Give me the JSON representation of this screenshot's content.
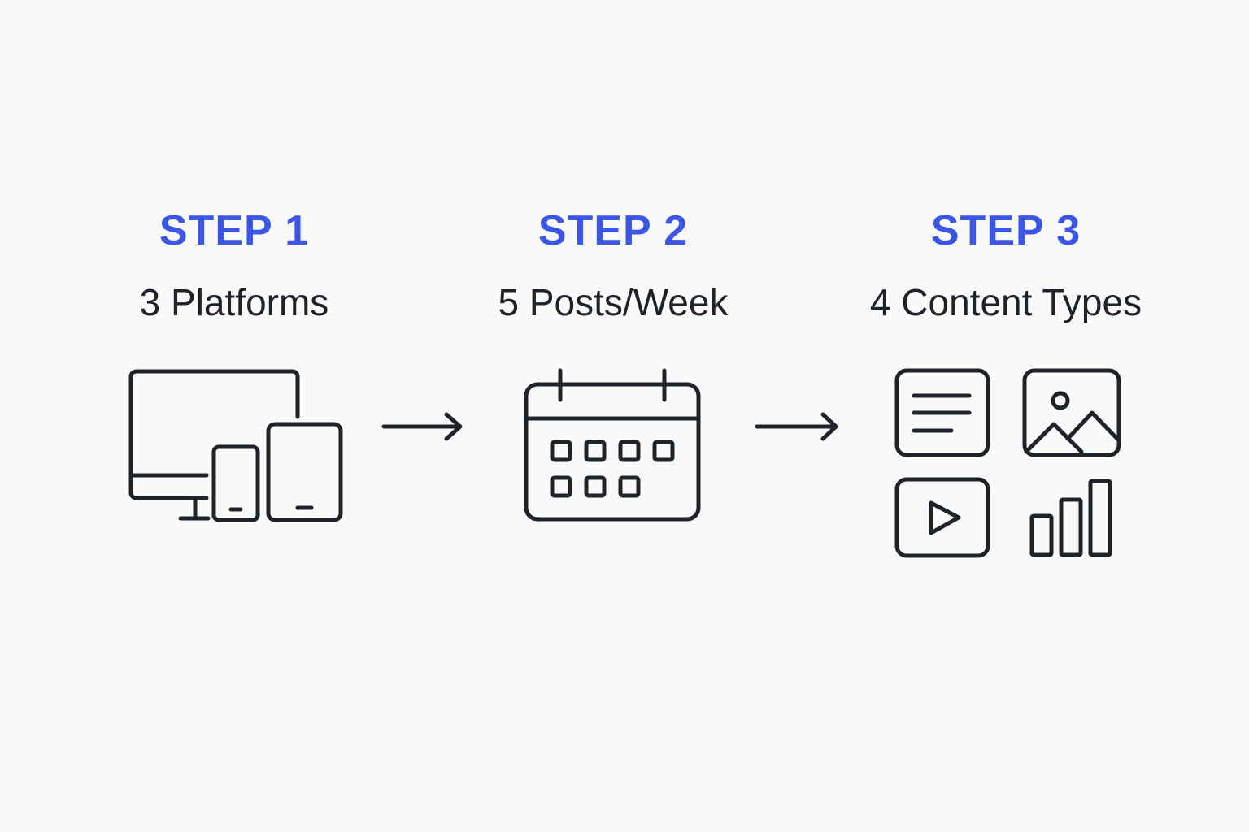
{
  "colors": {
    "accent": "#3b55e6",
    "ink": "#1e2229",
    "background": "#f9f9fa"
  },
  "steps": [
    {
      "title": "STEP 1",
      "subtitle": "3 Platforms",
      "icon": "devices-icon"
    },
    {
      "title": "STEP 2",
      "subtitle": "5 Posts/Week",
      "icon": "calendar-icon"
    },
    {
      "title": "STEP 3",
      "subtitle": "4 Content Types",
      "icon": "content-types-icon"
    }
  ]
}
